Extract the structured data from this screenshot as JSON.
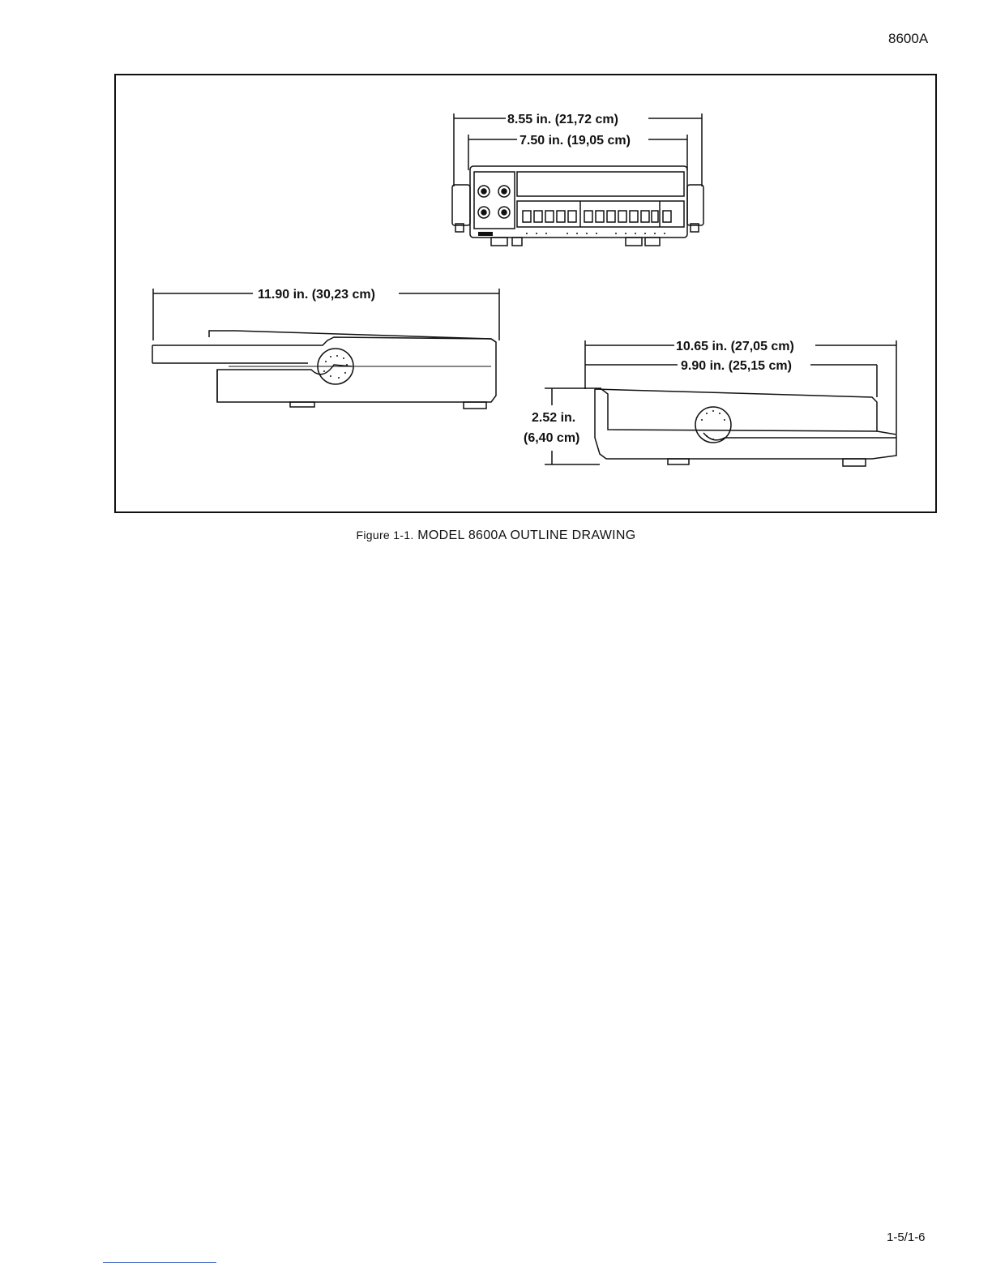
{
  "page": {
    "model_id": "8600A",
    "page_number": "1-5/1-6"
  },
  "figure": {
    "caption_number": "Figure 1-1.",
    "caption_title": "MODEL 8600A OUTLINE DRAWING",
    "dimensions": {
      "overall_width": "8.55 in. (21,72 cm)",
      "case_width": "7.50 in. (19,05 cm)",
      "overall_length": "11.90 in. (30,23 cm)",
      "overall_depth": "10.65 in. (27,05 cm)",
      "case_depth": "9.90 in. (25,15 cm)",
      "height_in": "2.52 in.",
      "height_cm": "(6,40 cm)"
    }
  }
}
